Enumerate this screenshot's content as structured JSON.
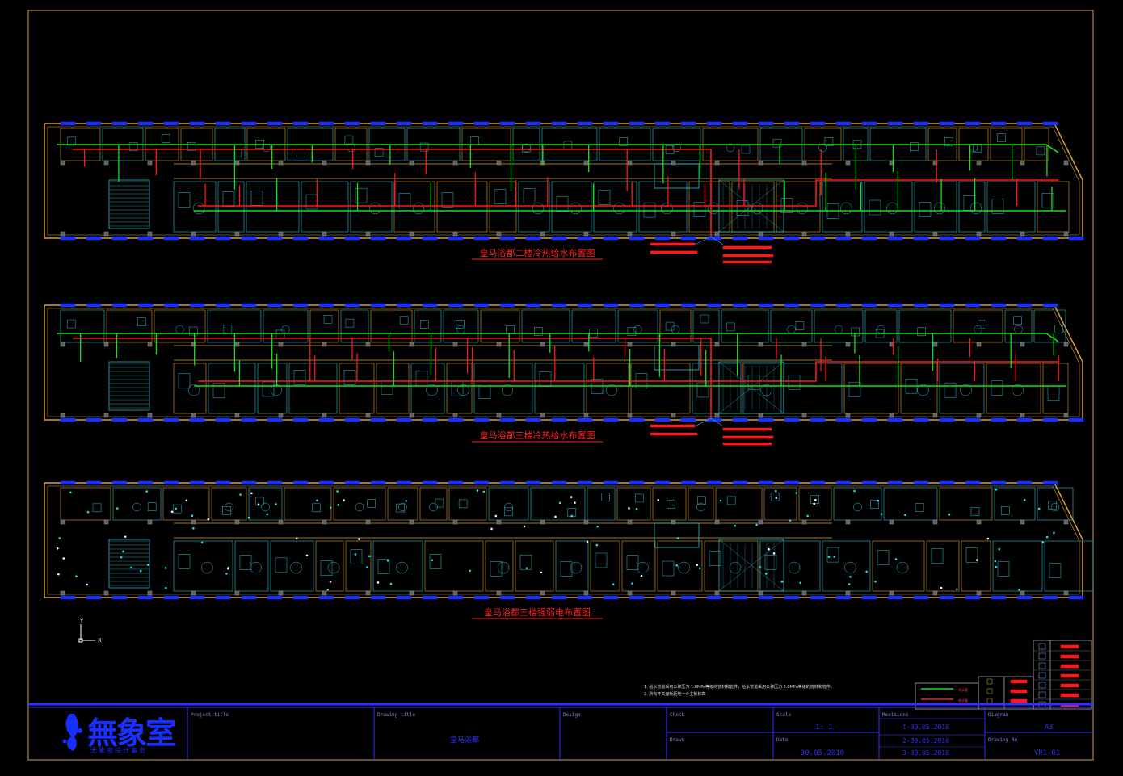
{
  "plans": [
    {
      "title": "皇马浴都二楼冷热给水布置图",
      "type": "water"
    },
    {
      "title": "皇马浴都三楼冷热给水布置图",
      "type": "water"
    },
    {
      "title": "皇马浴都三楼强弱电布置图",
      "type": "electric"
    }
  ],
  "axis": {
    "y": "Y",
    "x": "X"
  },
  "notes": [
    "1. 给水管道采用公称压力 1.0MPa等级的管材和管件，给水管道采用公称压力 2.0MPa等级的管材和管件。",
    "2. 所有开关面板距地一个主板标高"
  ],
  "legend_right_count": 7,
  "legend_left": [
    "冷水管",
    "热水管"
  ],
  "title_block": {
    "company": "无象室设计事务",
    "project_title_label": "Project title",
    "drawing_title_label": "Drawing title",
    "drawing_title": "皇马浴都",
    "design_label": "Design",
    "check_label": "Check",
    "drawn_label": "Drawn",
    "scale_label": "Scale",
    "scale": "1: 1",
    "date_label": "Date",
    "date": "30.05.2010",
    "revisions_label": "Revisions",
    "revisions": [
      "1-30.05.2010",
      "2-30.05.2010",
      "3-30.05.2010"
    ],
    "diagram_label": "Diagram",
    "diagram": "A3",
    "drawing_no_label": "Drawing No",
    "drawing_no": "YP1-01"
  },
  "colors": {
    "frame": "#c8a040",
    "wall": "#d8a030",
    "cold": "#18e018",
    "hot": "#ff1818",
    "cyan": "#30c0d0",
    "blue": "#1830ff",
    "accent": "#2a2aff"
  }
}
